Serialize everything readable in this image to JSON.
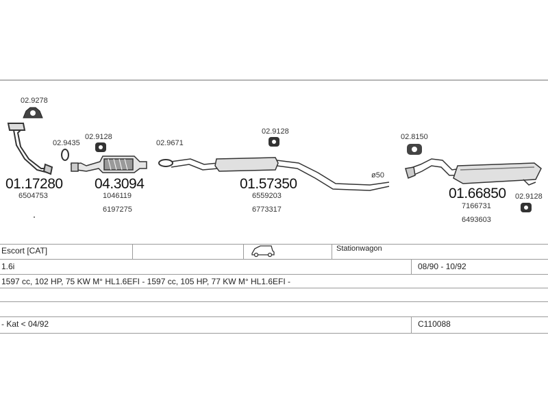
{
  "diagram": {
    "parts": [
      {
        "small": "02.9278"
      },
      {
        "small": "02.9435"
      },
      {
        "small": "02.9128"
      },
      {
        "small": "02.9671"
      },
      {
        "small": "02.9128"
      },
      {
        "small": "02.8150"
      },
      {
        "small": "02.9128"
      }
    ],
    "main_parts": [
      {
        "code": "01.17280",
        "refs": [
          "6504753"
        ]
      },
      {
        "code": "04.3094",
        "refs": [
          "1046119",
          "6197275"
        ]
      },
      {
        "code": "01.57350",
        "refs": [
          "6559203",
          "6773317"
        ]
      },
      {
        "code": "01.66850",
        "refs": [
          "7166731",
          "6493603"
        ]
      }
    ],
    "diameter": "ø50"
  },
  "table": {
    "row1": {
      "model": "Escort  [CAT]",
      "body": "Stationwagon"
    },
    "row2": {
      "engine": "1.6i",
      "years": "08/90 - 10/92"
    },
    "row3": {
      "spec": "1597 cc, 102 HP, 75 KW M° HL1.6EFI - 1597 cc, 105 HP, 77 KW M° HL1.6EFI -"
    },
    "row4": {
      "note": "- Kat < 04/92",
      "code": "C110088"
    }
  },
  "icons": {
    "vehicle": "station-wagon-icon"
  }
}
